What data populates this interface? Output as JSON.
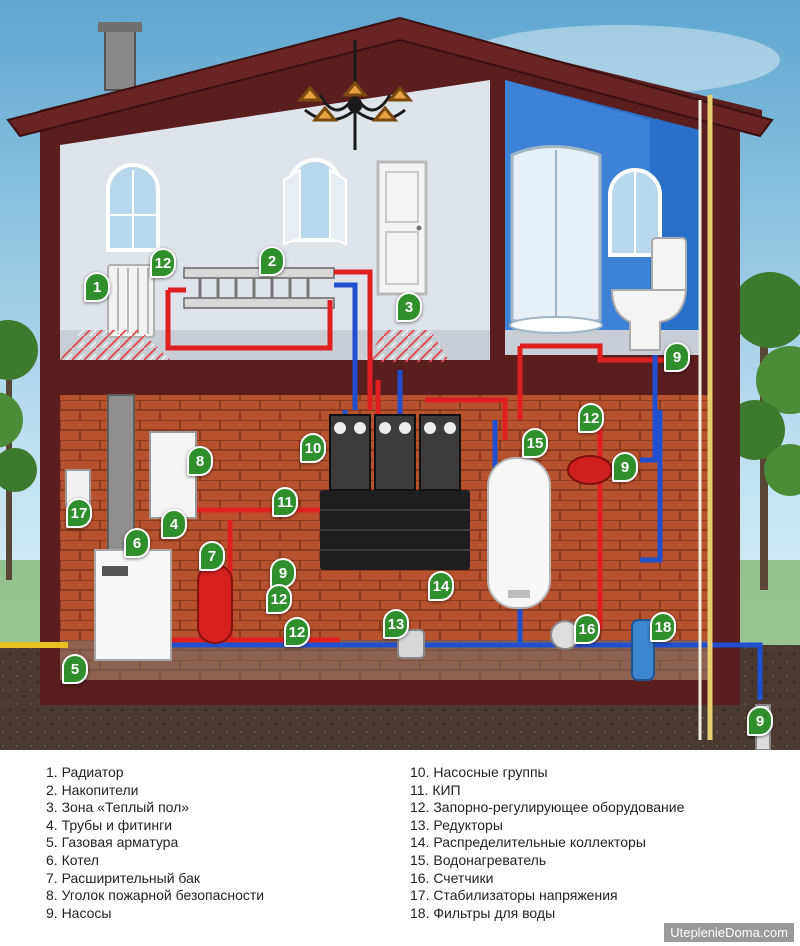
{
  "badges": [
    {
      "id": 1,
      "label": "1"
    },
    {
      "id": 2,
      "label": "2"
    },
    {
      "id": 3,
      "label": "3"
    },
    {
      "id": 4,
      "label": "4"
    },
    {
      "id": 5,
      "label": "5"
    },
    {
      "id": 6,
      "label": "6"
    },
    {
      "id": 7,
      "label": "7"
    },
    {
      "id": 8,
      "label": "8"
    },
    {
      "id": 9,
      "label": "9"
    },
    {
      "id": 10,
      "label": "10"
    },
    {
      "id": 11,
      "label": "11"
    },
    {
      "id": 12,
      "label": "12"
    },
    {
      "id": 13,
      "label": "13"
    },
    {
      "id": 14,
      "label": "14"
    },
    {
      "id": 15,
      "label": "15"
    },
    {
      "id": 16,
      "label": "16"
    },
    {
      "id": 17,
      "label": "17"
    },
    {
      "id": 18,
      "label": "18"
    }
  ],
  "legend": {
    "left": [
      "1. Радиатор",
      "2. Накопители",
      "3. Зона «Теплый пол»",
      "4. Трубы и фитинги",
      "5. Газовая арматура",
      "6. Котел",
      "7. Расширительный бак",
      "8. Уголок пожарной безопасности",
      "9. Насосы"
    ],
    "right": [
      "10. Насосные группы",
      "11. КИП",
      "12. Запорно-регулирующее оборудование",
      "13. Редукторы",
      "14. Распределительные коллекторы",
      "15. Водонагреватель",
      "16. Счетчики",
      "17. Стабилизаторы напряжения",
      "18. Фильтры для воды"
    ]
  },
  "watermark": "UteplenieDoma.com",
  "colors": {
    "badge": "#2f8f2c",
    "hot_pipe": "#e02020",
    "cold_pipe": "#2050d0",
    "gas_pipe": "#e8c020",
    "roof": "#5a1e1e",
    "brick": "#b24a2a",
    "wall_floor2": "#dde2e8",
    "bath_wall": "#2a6fc8"
  },
  "icons": [
    "chandelier-icon",
    "radiator-icon",
    "boiler-icon",
    "expansion-tank-icon",
    "water-heater-icon",
    "shower-cabin-icon",
    "toilet-icon",
    "door-icon",
    "window-icon",
    "tree-icon"
  ]
}
